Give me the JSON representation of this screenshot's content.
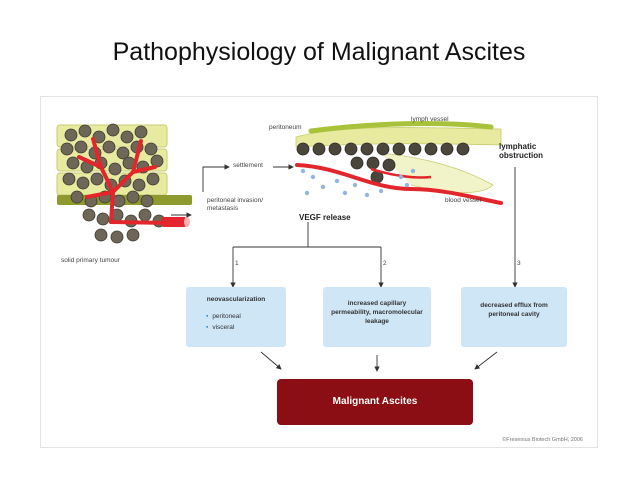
{
  "title": "Pathophysiology of Malignant Ascites",
  "labels": {
    "solid_primary_tumour": "solid primary tumour",
    "peritoneal_invasion": "peritoneal invasion/ metastasis",
    "settlement": "settlement",
    "peritoneum": "peritoneum",
    "lymph_vessel": "lymph vessel",
    "blood_vessel": "blood vessel",
    "vegf_release": "VEGF release",
    "lymphatic_obstruction": "lymphatic obstruction",
    "path_1": "1",
    "path_2": "2",
    "path_3": "3"
  },
  "boxes": {
    "neovascularization": {
      "title": "neovascularization",
      "bullets": [
        "peritoneal",
        "visceral"
      ]
    },
    "capillary": "increased capillary permeability, macromolecular leakage",
    "efflux": "decreased efflux from peritoneal cavity"
  },
  "result": "Malignant Ascites",
  "copyright": "©Fresenius Biotech GmbH, 2006",
  "colors": {
    "result_bg": "#8a0e14",
    "box_bg": "#cfe6f7",
    "blood": "#e3262c",
    "tissue": "#e8eaa0",
    "cell": "#6e6656",
    "lymph": "#a8c23a"
  }
}
